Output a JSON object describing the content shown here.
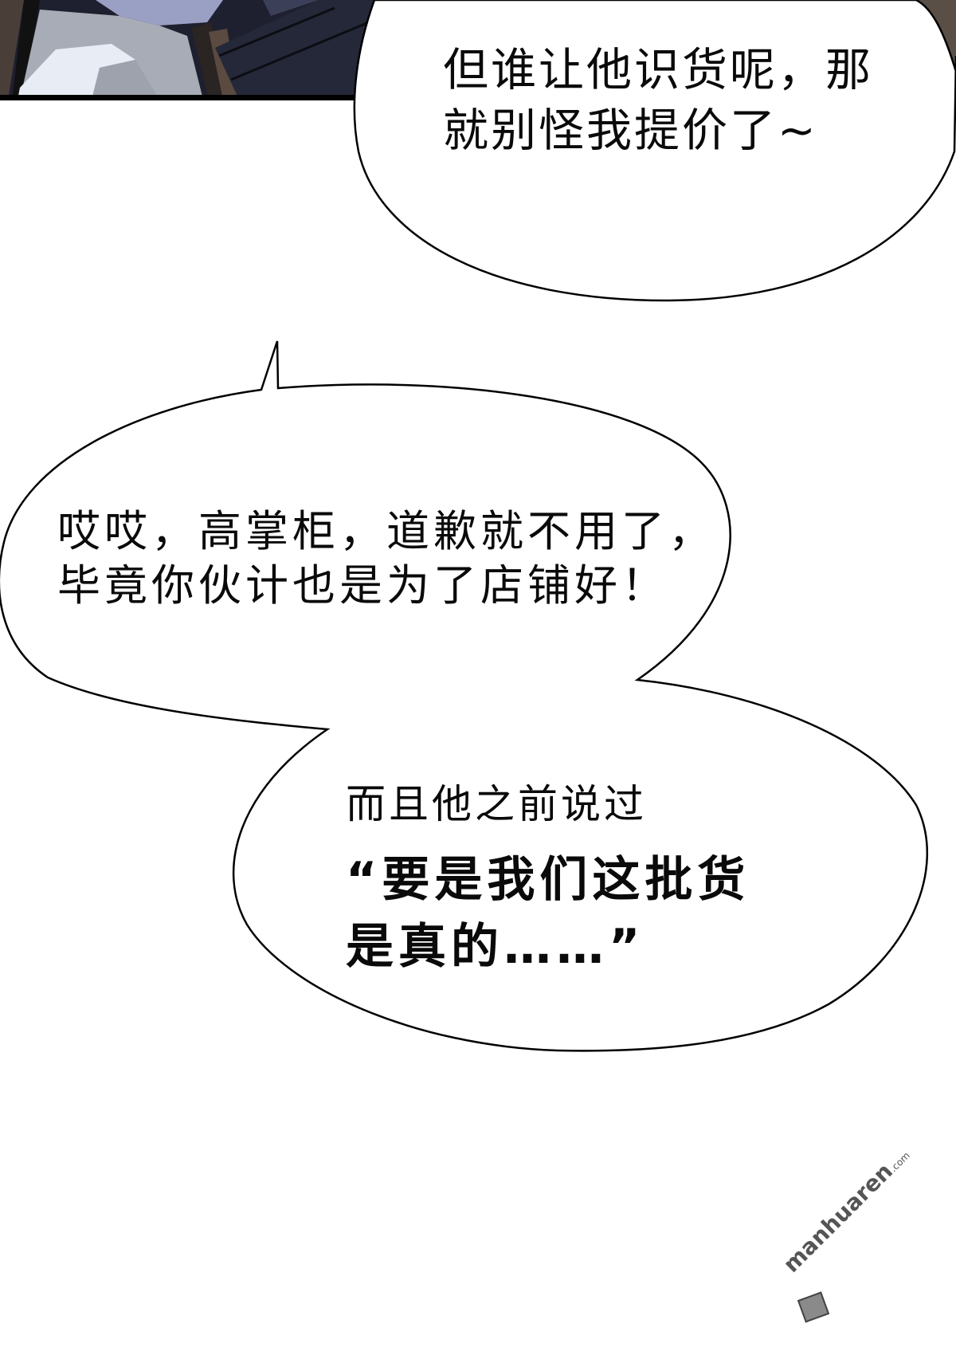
{
  "page": {
    "type": "manga-comic-page",
    "background": "#ffffff"
  },
  "art_panel": {
    "description": "dark character clothing artwork at top-left",
    "colors": {
      "cloth_light": "#e8edf5",
      "cloth_mid": "#a8acb6",
      "cloth_lavender": "#9aa0c4",
      "dark_navy": "#1e2030",
      "brown_dark": "#4a3f38",
      "border": "#000000"
    }
  },
  "bubbles": [
    {
      "id": "bubble-1",
      "lines": [
        "但谁让他识货呢，那",
        "就别怪我提价了~"
      ]
    },
    {
      "id": "bubble-2",
      "lines": [
        "哎哎，高掌柜，道歉就不用了，",
        "毕竟你伙计也是为了店铺好！"
      ]
    },
    {
      "id": "bubble-3",
      "lines": [
        "而且他之前说过",
        " “要是我们这批货",
        "是真的……”"
      ]
    }
  ],
  "watermark": {
    "text": "manhuaren",
    "tld": ".com"
  }
}
